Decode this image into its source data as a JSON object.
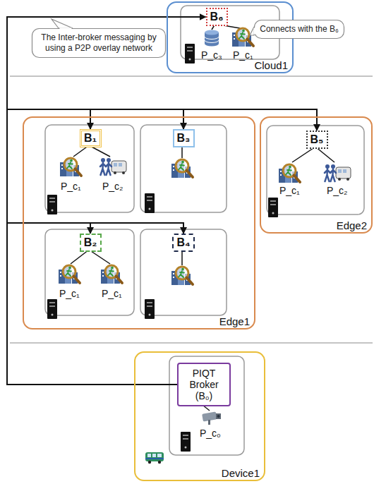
{
  "diagram": {
    "nodes": [
      {
        "text": [
          "The Inter-broker messaging by using a P2P overlay network"
        ]
      },
      {
        "text": [
          "Cloud1"
        ]
      },
      {
        "text": [
          "B₆"
        ],
        "in": 1
      },
      {
        "text": [
          "Connects with the B₆"
        ]
      },
      {
        "text": [
          "Edge1"
        ]
      },
      {
        "text": [
          "B₁"
        ],
        "in": 4
      },
      {
        "text": [
          "B₃"
        ],
        "in": 4
      },
      {
        "text": [
          "B₂"
        ],
        "in": 4
      },
      {
        "text": [
          "B₄"
        ],
        "in": 4
      },
      {
        "text": [
          "Edge2"
        ]
      },
      {
        "text": [
          "B₅"
        ],
        "in": 9
      },
      {
        "text": [
          "Device1"
        ]
      },
      {
        "text": [
          "PIQT Broker (B₀)"
        ],
        "in": 11
      }
    ],
    "edges": [
      {
        "from": 12,
        "to": 2,
        "arrow": "to"
      },
      {
        "from": 12,
        "to": 5,
        "arrow": "to"
      },
      {
        "from": 12,
        "to": 6,
        "arrow": "to"
      },
      {
        "from": 12,
        "to": 10,
        "arrow": "to"
      },
      {
        "from": 12,
        "to": 7,
        "arrow": "to"
      },
      {
        "from": 12,
        "to": 8,
        "arrow": "to"
      }
    ],
    "labels": [
      "P_c₃",
      "P_c₁",
      "P_c₁",
      "P_c₂",
      "P_c₁",
      "P_c₂",
      "P_c₁",
      "P_c₁",
      "P_c₀"
    ]
  }
}
